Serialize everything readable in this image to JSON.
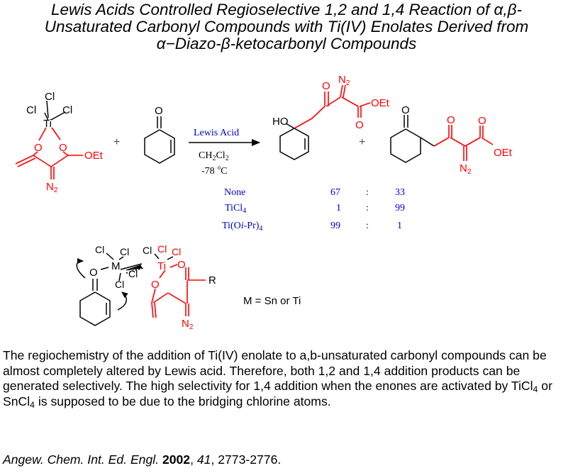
{
  "title": {
    "line1": "Lewis Acids Controlled Regioselective 1,2 and 1,4 Reaction of α,β-",
    "line2": "Unsaturated Carbonyl Compounds with Ti(IV) Enolates Derived from",
    "line3": "α−Diazo-β-ketocarbonyl Compounds"
  },
  "atoms": {
    "cl": "Cl",
    "ti": "Ti",
    "o": "O",
    "oet": "OEt",
    "n": "N",
    "n2_sub": "2",
    "ho": "HO",
    "m": "M",
    "r": "R",
    "plus": "+"
  },
  "reaction": {
    "reagent": "Lewis Acid",
    "solvent_base": "CH",
    "solvent_sub1": "2",
    "solvent_mid": "Cl",
    "solvent_sub2": "2",
    "temperature_value": "-78",
    "temperature_sup": "o",
    "temperature_unit": "C"
  },
  "selectivity_table": {
    "rows": [
      {
        "acid": "None",
        "sub": "",
        "tail": "",
        "left": "67",
        "sep": ":",
        "right": "33"
      },
      {
        "acid": "TiCl",
        "sub": "4",
        "tail": "",
        "left": "1",
        "sep": ":",
        "right": "99"
      },
      {
        "acid": "Ti(O",
        "italic": "i",
        "sub": "",
        "tail": "-Pr)",
        "sub2": "4",
        "left": "99",
        "sep": ":",
        "right": "1"
      }
    ]
  },
  "metal_note": "M = Sn or Ti",
  "description": {
    "part1": "The regiochemistry of the addition of Ti(IV) enolate to a,b-unsaturated carbonyl compounds can be almost completely altered by Lewis acid. Therefore, both 1,2 and 1,4 addition products can be generated selectively. The high selectivity for 1,4 addition when the enones are activated by TiCl",
    "sub1": "4",
    "part2": " or SnCl",
    "sub2": "4",
    "part3": " is supposed to be due to the bridging chlorine atoms."
  },
  "citation": {
    "journal": "Angew. Chem. Int. Ed. Engl.",
    "year": "2002",
    "volume": "41",
    "pages": ", 2773-2776."
  },
  "colors": {
    "highlight": "#ff0000",
    "reagent_text": "#0000cc",
    "bond": "#000000"
  }
}
